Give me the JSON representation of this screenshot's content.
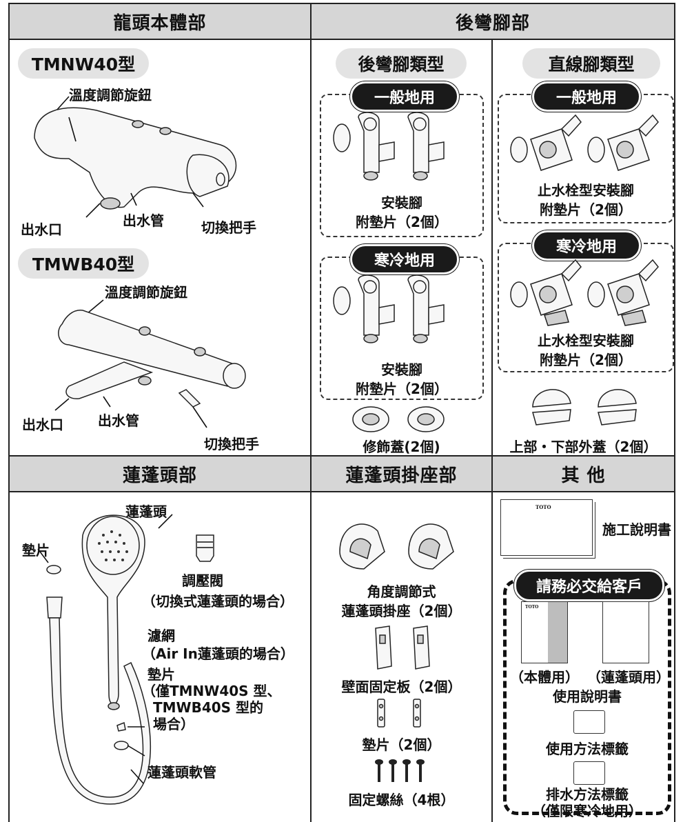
{
  "headers": {
    "faucet_body": "龍頭本體部",
    "back_legs": "後彎腳部",
    "shower_head": "蓮蓬頭部",
    "shower_holder": "蓮蓬頭掛座部",
    "other": "其 他"
  },
  "faucet": {
    "model1": "TMNW40型",
    "model2": "TMWB40型",
    "temp_knob": "溫度調節旋鈕",
    "outlet": "出水口",
    "spout": "出水管",
    "switch_handle": "切換把手"
  },
  "legs": {
    "bent_type": "後彎腳類型",
    "straight_type": "直線腳類型",
    "general": "一般地用",
    "cold": "寒冷地用",
    "mount_leg": "安裝腳",
    "with_gasket": "附墊片（2個）",
    "stop_valve_leg": "止水栓型安裝腳",
    "trim_cover": "修飾蓋(2個)",
    "upper_lower_cover": "上部・下部外蓋（2個）"
  },
  "shower": {
    "gasket": "墊片",
    "head": "蓮蓬頭",
    "pressure_valve": "調壓閥",
    "pressure_note": "（切換式蓮蓬頭的場合）",
    "filter": "濾網",
    "filter_note": "（Air In蓮蓬頭的場合）",
    "gasket2": "墊片",
    "gasket2_note1": "（僅TMNW40S 型、",
    "gasket2_note2": "TMWB40S 型的",
    "gasket2_note3": "場合）",
    "hose": "蓮蓬頭軟管"
  },
  "holder": {
    "angle1": "角度調節式",
    "angle2": "蓮蓬頭掛座（2個）",
    "wall_plate": "壁面固定板（2個）",
    "spacer": "墊片（2個）",
    "screws": "固定螺絲（4根）"
  },
  "other": {
    "manual": "施工說明書",
    "toto": "TOTO",
    "give_customer": "請務必交給客戶",
    "body_use": "（本體用）",
    "shower_use": "（蓮蓬頭用）",
    "user_manual": "使用說明書",
    "usage_label": "使用方法標籤",
    "drain_label": "排水方法標籤",
    "cold_only": "（僅限寒冷地用）"
  }
}
